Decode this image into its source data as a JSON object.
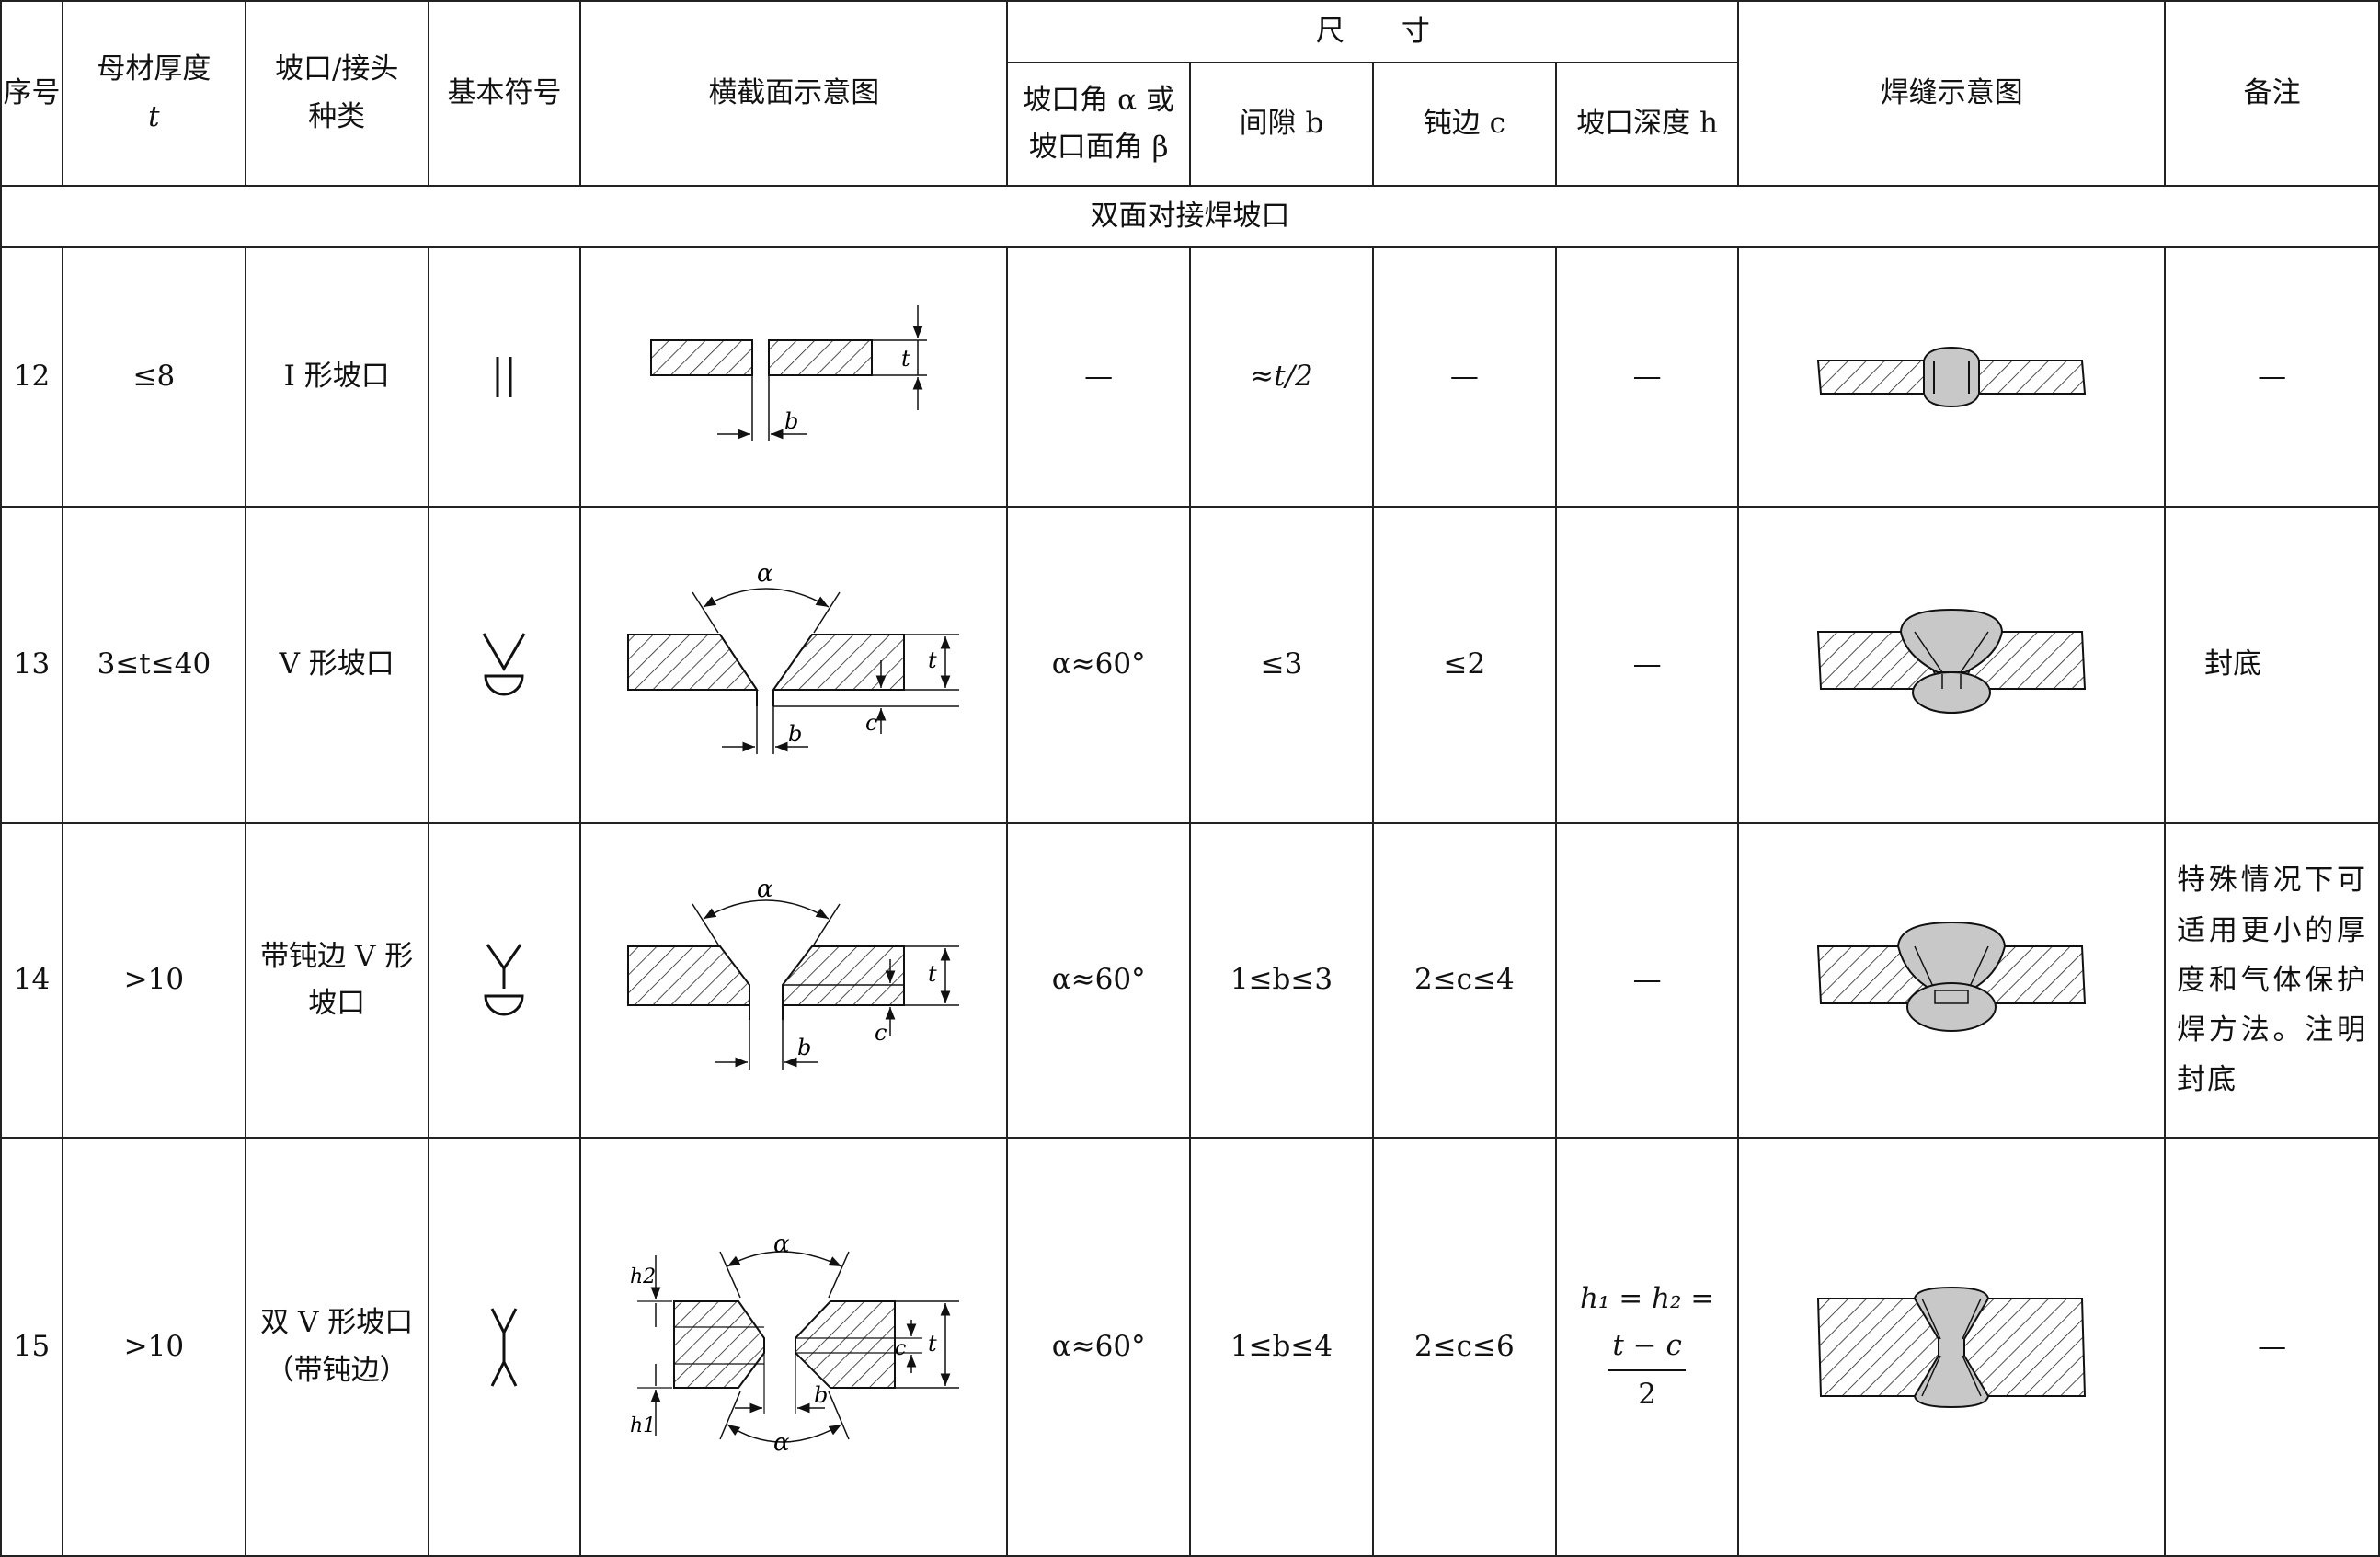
{
  "header": {
    "col_no": "序号",
    "col_thickness": "母材厚度",
    "col_thickness_sym": "t",
    "col_type_line1": "坡口/接头",
    "col_type_line2": "种类",
    "col_symbol": "基本符号",
    "col_section": "横截面示意图",
    "col_dims": "尺　　寸",
    "col_angle_line1": "坡口角 α 或",
    "col_angle_line2": "坡口面角 β",
    "col_gap": "间隙 b",
    "col_root": "钝边 c",
    "col_depth": "坡口深度 h",
    "col_weld": "焊缝示意图",
    "col_remark": "备注"
  },
  "section_title": "双面对接焊坡口",
  "rows": [
    {
      "no": "12",
      "thickness": "≤8",
      "type": "I 形坡口",
      "angle": "—",
      "gap": "≈t/2",
      "root": "—",
      "depth": "—",
      "remark": "—",
      "labels": {
        "t": "t",
        "b": "b"
      }
    },
    {
      "no": "13",
      "thickness": "3≤t≤40",
      "type": "V 形坡口",
      "angle": "α≈60°",
      "gap": "≤3",
      "root": "≤2",
      "depth": "—",
      "remark": "封底",
      "labels": {
        "alpha": "α",
        "t": "t",
        "c": "c",
        "b": "b"
      }
    },
    {
      "no": "14",
      "thickness": ">10",
      "type_line1": "带钝边 V 形",
      "type_line2": "坡口",
      "angle": "α≈60°",
      "gap": "1≤b≤3",
      "root": "2≤c≤4",
      "depth": "—",
      "remark": "特殊情况下可适用更小的厚度和气体保护焊方法。注明封底",
      "labels": {
        "alpha": "α",
        "t": "t",
        "c": "c",
        "b": "b"
      }
    },
    {
      "no": "15",
      "thickness": ">10",
      "type_line1": "双 V 形坡口",
      "type_line2": "（带钝边）",
      "angle": "α≈60°",
      "gap": "1≤b≤4",
      "root": "2≤c≤6",
      "depth_line1": "h₁ = h₂ =",
      "depth_num": "t − c",
      "depth_den": "2",
      "remark": "—",
      "labels": {
        "alpha": "α",
        "t": "t",
        "c": "c",
        "b": "b",
        "h1": "h1",
        "h2": "h2"
      }
    }
  ]
}
